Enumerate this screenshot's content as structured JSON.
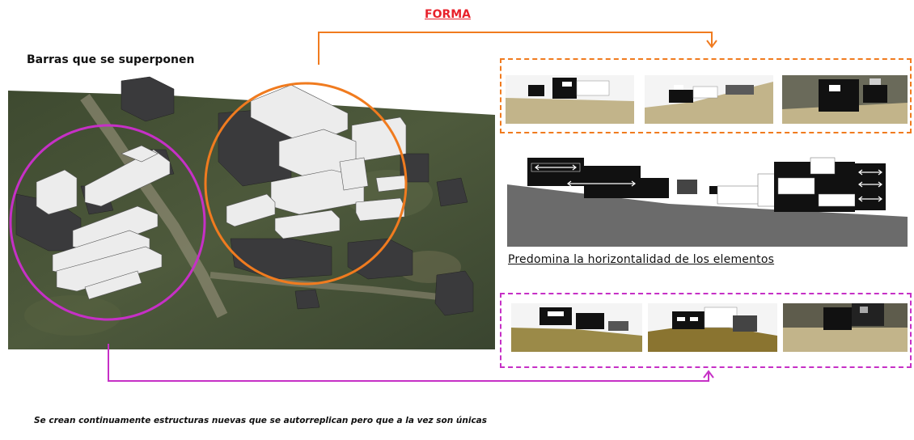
{
  "title": "FORMA",
  "left_label": "Barras que se superponen",
  "section_caption": "Predomina la horizontalidad de los elementos",
  "bottom_note": "Se crean continuamente estructuras nuevas que se autorreplican pero que a la vez son únicas",
  "colors": {
    "orange": "#f07b1f",
    "purple": "#c630c6",
    "title_red": "#e8212b",
    "ground_tan": "#c2b48a",
    "ground_olive": "#8a7430",
    "section_ground": "#6b6b6b"
  }
}
